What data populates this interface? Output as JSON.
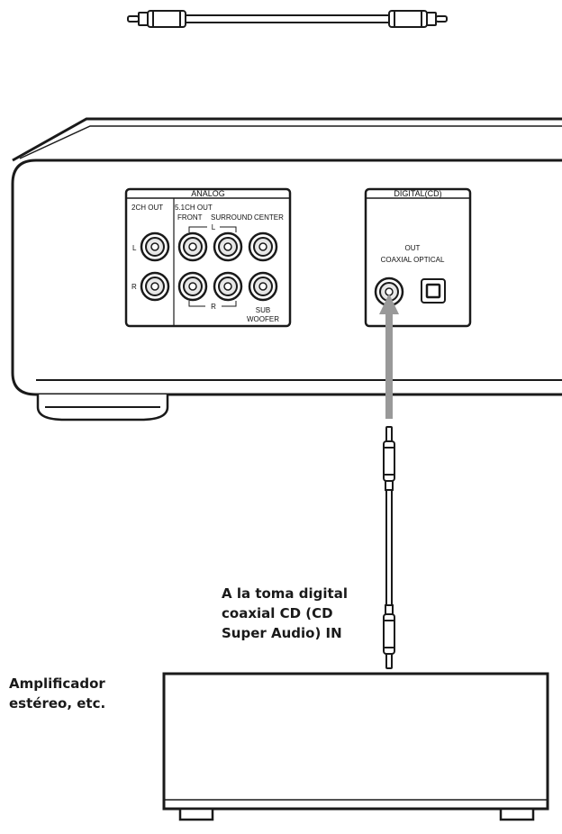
{
  "panel": {
    "analog": {
      "header": "ANALOG",
      "ch2_out": "2CH OUT",
      "ch51_out": "5.1CH OUT",
      "front": "FRONT",
      "surround": "SURROUND",
      "center": "CENTER",
      "l": "L",
      "r": "R",
      "bracket_l": "L",
      "bracket_r": "R",
      "sub": "SUB",
      "woofer": "WOOFER"
    },
    "digital": {
      "header": "DIGITAL(CD)",
      "out": "OUT",
      "coaxial_optical": "COAXIAL OPTICAL"
    }
  },
  "callouts": {
    "to_input_line1": "A la toma digital",
    "to_input_line2": "coaxial CD (CD",
    "to_input_line3": "Super Audio) IN",
    "amplifier_line1": "Amplificador",
    "amplifier_line2": "estéreo, etc."
  },
  "colors": {
    "line": "#1a1a1a",
    "arrow": "#999999",
    "fill": "#ffffff"
  }
}
